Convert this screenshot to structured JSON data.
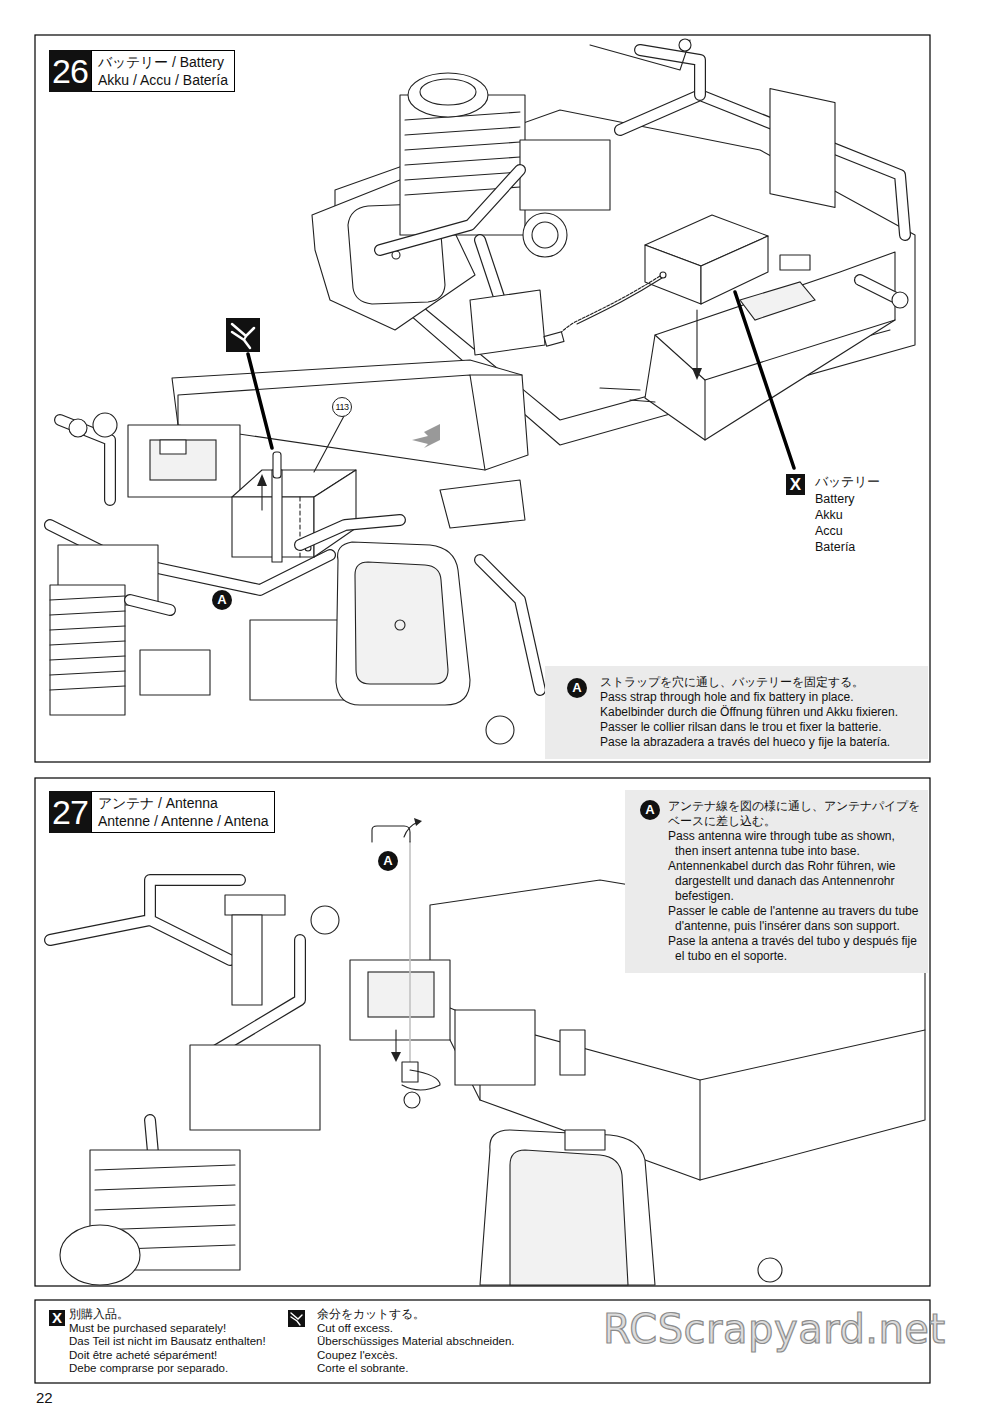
{
  "diagram": {
    "nodes": [
      {
        "text": [
          "26",
          "バッテリー / Battery",
          "Akku / Accu / Batería"
        ]
      },
      {
        "text": [
          "A",
          "ストラップを穴に通し、バッテリーを固定する。",
          "Pass strap through hole and fix battery in place.",
          "Kabelbinder durch die Öffnung führen und Akku fixieren.",
          "Passer le collier rilsan dans le trou et fixer la batterie.",
          "Pase la abrazadera a través del hueco y fije la batería."
        ]
      },
      {
        "text": [
          "27",
          "アンテナ / Antenna",
          "Antenne / Antenne / Antena"
        ]
      },
      {
        "text": [
          "A",
          "アンテナ線を図の様に通し、アンテナパイプをベースに差し込む。",
          "Pass antenna wire through tube as shown, then insert antenna tube into base.",
          "Antennenkabel durch das Rohr führen, wie dargestellt und danach das Antennenrohr befestigen.",
          "Passer le cable de l'antenne au travers du tube d'antenne, puis l'insérer dans son support.",
          "Pase la antena a través del tubo y después fije el tubo en el soporte."
        ]
      },
      {
        "text": [
          "X",
          "別購入品。",
          "Must be purchased separately!",
          "Das Teil ist nicht im Bausatz enthalten!",
          "Doit être acheté séparément!",
          "Debe comprarse por separado."
        ]
      },
      {
        "text": [
          "余分をカットする。",
          "Cut off excess.",
          "Überschüssiges Material abschneiden.",
          "Coupez l'excès.",
          "Corte el sobrante."
        ]
      }
    ],
    "labels": [
      "113",
      "A",
      "X",
      "バッテリー",
      "Battery",
      "Akku",
      "Accu",
      "Batería",
      "A",
      "22",
      "RCScrapyard.net"
    ]
  }
}
